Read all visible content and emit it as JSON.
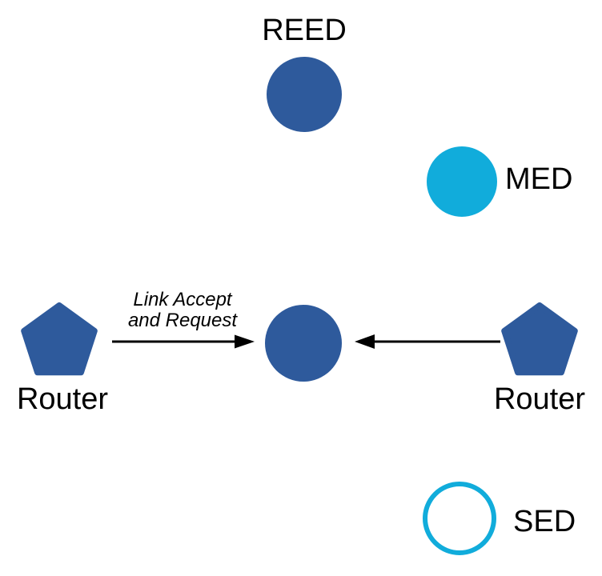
{
  "diagram": {
    "title": "",
    "background": "#ffffff",
    "colors": {
      "node_dark_blue": "#2E5A9C",
      "node_cyan": "#11ACDB",
      "arrow_black": "#000000",
      "label_black": "#000000"
    },
    "nodes": {
      "reed": {
        "label": "REED",
        "shape": "circle",
        "fill": "#2E5A9C"
      },
      "med": {
        "label": "MED",
        "shape": "circle",
        "fill": "#11ACDB"
      },
      "router_left": {
        "label": "Router",
        "shape": "pentagon",
        "fill": "#2E5A9C"
      },
      "center": {
        "shape": "circle",
        "fill": "#2E5A9C"
      },
      "router_right": {
        "label": "Router",
        "shape": "pentagon",
        "fill": "#2E5A9C"
      },
      "sed": {
        "label": "SED",
        "shape": "circle-outline",
        "stroke": "#11ACDB"
      }
    },
    "edges": [
      {
        "from": "router_left",
        "to": "center",
        "direction": "right",
        "label_line1": "Link Accept",
        "label_line2": "and Request"
      },
      {
        "from": "router_right",
        "to": "center",
        "direction": "left",
        "label_line1": "",
        "label_line2": ""
      }
    ]
  }
}
